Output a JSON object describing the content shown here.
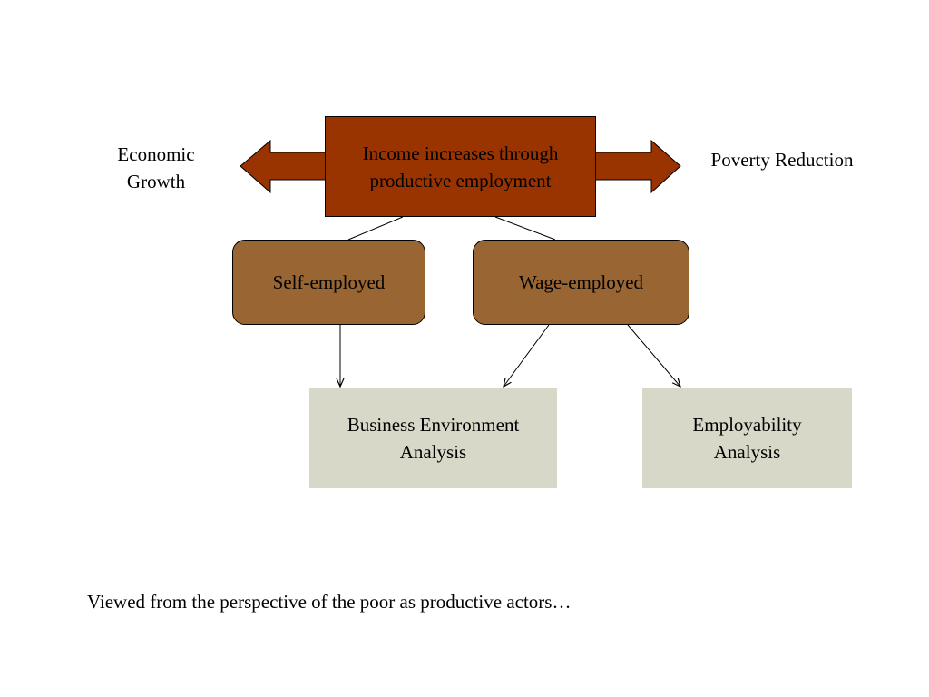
{
  "left_label": [
    "Economic",
    "Growth"
  ],
  "right_label": "Poverty Reduction",
  "main_box": [
    "Income increases through",
    "productive employment"
  ],
  "roles": {
    "self": "Self-employed",
    "wage": "Wage-employed"
  },
  "analyses": {
    "business": [
      "Business Environment",
      "Analysis"
    ],
    "employability": [
      "Employability",
      "Analysis"
    ]
  },
  "caption": "Viewed from the perspective of the poor as productive actors…",
  "colors": {
    "arrow": "#993300",
    "main_box": "#993300",
    "role_box": "#996633",
    "analysis_box": "#d8d8c8"
  }
}
